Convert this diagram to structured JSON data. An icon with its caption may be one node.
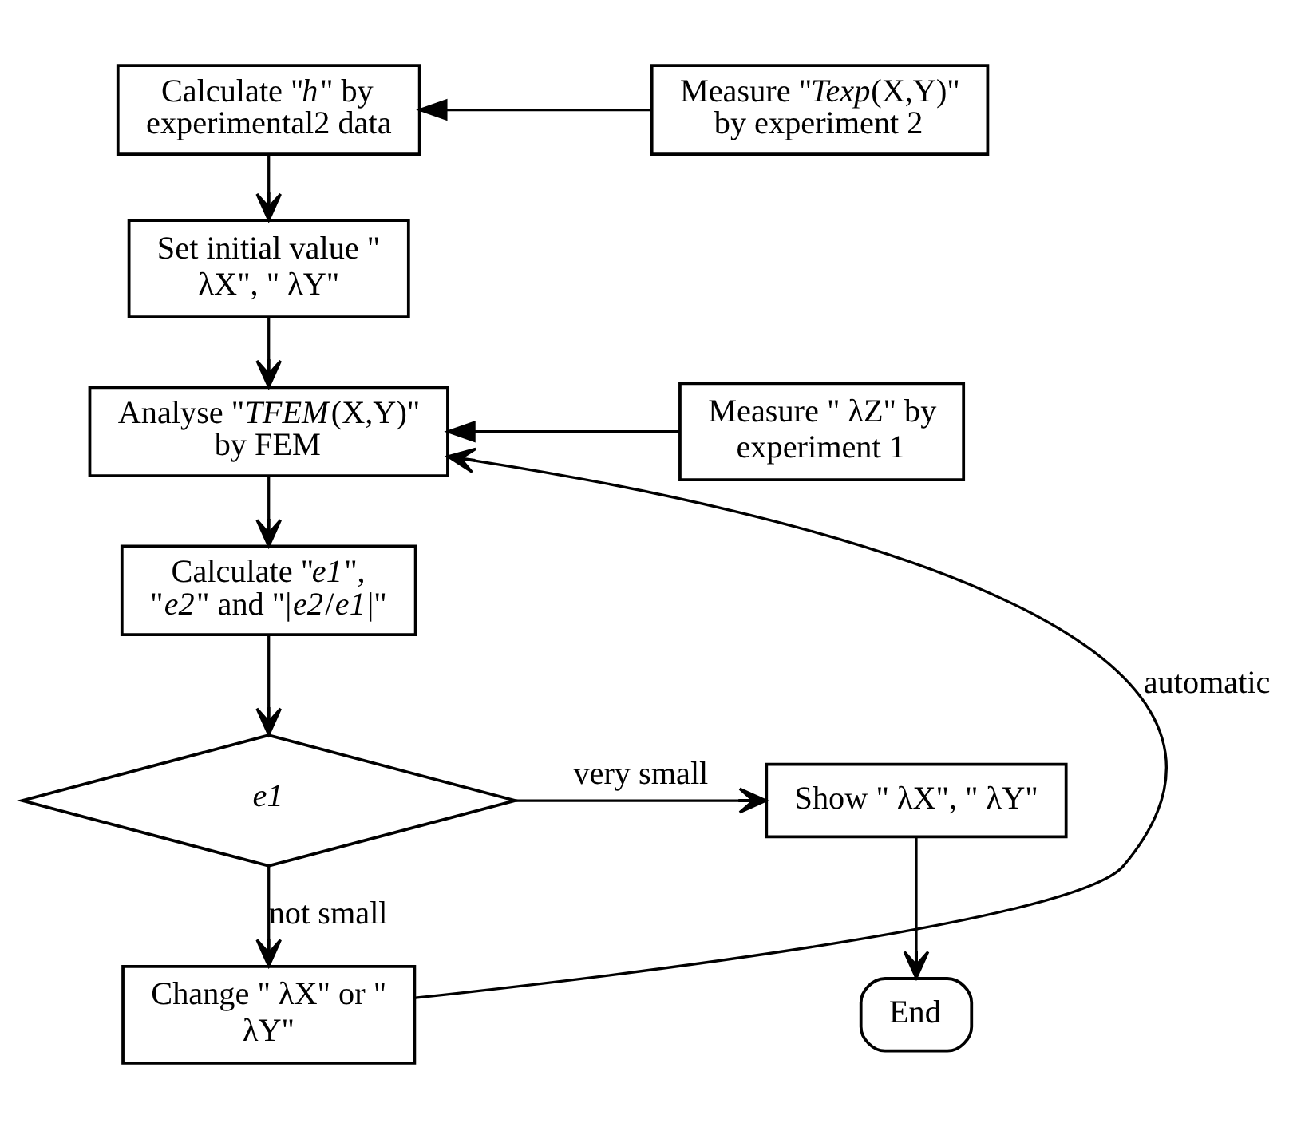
{
  "diagram": {
    "nodes": [
      {
        "text": [
          "Calculate \"*h*\" by experimental2 data"
        ]
      },
      {
        "text": [
          "Measure \"*Texp*(X,Y)\" by experiment 2"
        ]
      },
      {
        "text": [
          "Set initial value \" λX\", \" λY\""
        ]
      },
      {
        "text": [
          "Analyse \"*TFEM*(X,Y)\" by FEM"
        ]
      },
      {
        "text": [
          "Measure \" λZ\" by experiment 1"
        ]
      },
      {
        "text": [
          "Calculate \"*e1*\", \"*e2*\" and \"|*e2*/*e1*|\""
        ]
      },
      {
        "text": [
          "*e1*"
        ]
      },
      {
        "text": [
          "Show \" λX\", \" λY\""
        ]
      },
      {
        "text": [
          "Change \" λX\" or \" λY\""
        ]
      },
      {
        "text": [
          "End"
        ]
      }
    ],
    "edges": [
      {
        "from": 1,
        "to": 0,
        "arrow": "to"
      },
      {
        "from": 0,
        "to": 2,
        "arrow": "to"
      },
      {
        "from": 2,
        "to": 3,
        "arrow": "to"
      },
      {
        "from": 4,
        "to": 3,
        "arrow": "to"
      },
      {
        "from": 3,
        "to": 5,
        "arrow": "to"
      },
      {
        "from": 5,
        "to": 6,
        "arrow": "to"
      },
      {
        "from": 6,
        "to": 7,
        "arrow": "to",
        "label": "very small"
      },
      {
        "from": 6,
        "to": 8,
        "arrow": "to",
        "label": "not small"
      },
      {
        "from": 8,
        "to": 3,
        "arrow": "to",
        "label": "automatic"
      },
      {
        "from": 7,
        "to": 9,
        "arrow": "to"
      }
    ]
  }
}
